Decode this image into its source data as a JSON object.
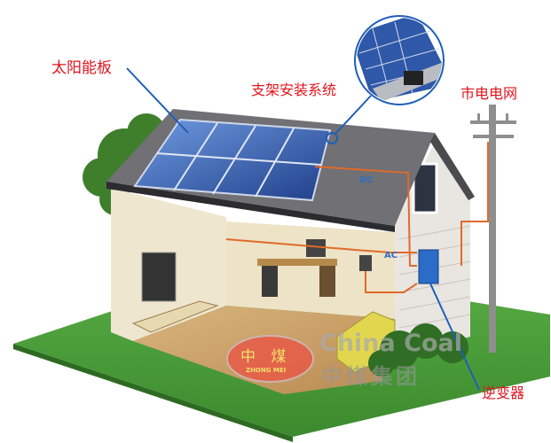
{
  "labels": {
    "solar_panel": "太阳能板",
    "mounting_system": "支架安装系统",
    "grid": "市电电网",
    "inverter": "逆变器",
    "dc": "DC",
    "ac": "AC"
  },
  "watermark": {
    "logo_cn": "中 煤",
    "logo_pinyin": "ZHONG MEI",
    "brand_en": "China Coal",
    "brand_cn": "中煤集团"
  },
  "colors": {
    "label_text": "#e0141c",
    "callout_line": "#1f5fb8",
    "wire": "#e06a2a",
    "panel": "#2f58a8",
    "roof": "#6d6d72",
    "lawn": "#4a9a3a"
  }
}
